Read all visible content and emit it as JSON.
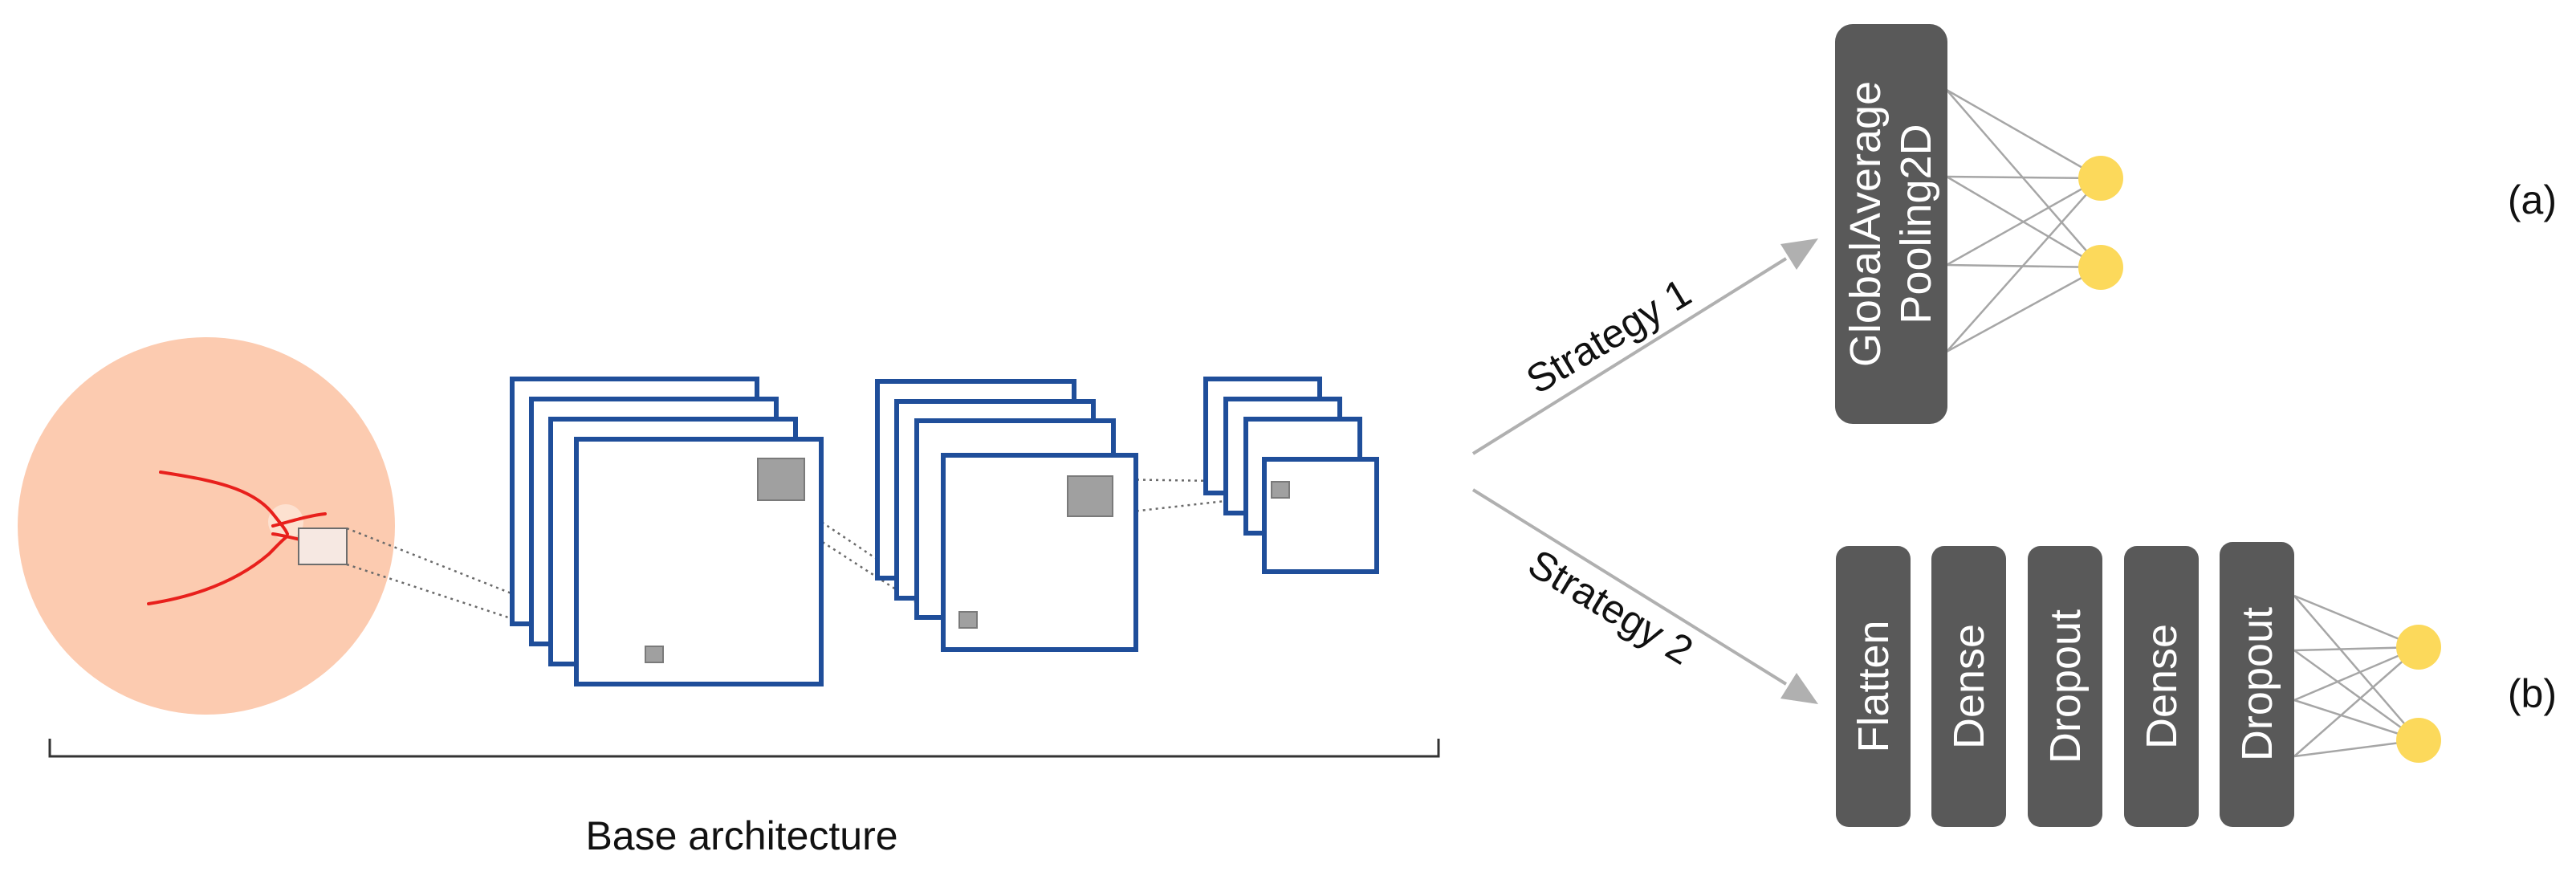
{
  "labels": {
    "base": "Base architecture",
    "strategy1": "Strategy 1",
    "strategy2": "Strategy 2",
    "panel_a": "(a)",
    "panel_b": "(b)"
  },
  "strategy1": {
    "block": {
      "line1": "GlobalAverage",
      "line2": "Pooling2D"
    },
    "output_nodes": 2
  },
  "strategy2": {
    "blocks": [
      "Flatten",
      "Dense",
      "Dropout",
      "Dense",
      "Dropout"
    ],
    "output_nodes": 2
  },
  "colors": {
    "fundus": "#fccbb0",
    "vessel": "#e8201c",
    "feature_map_border": "#1f4e9a",
    "patch": "#a0a0a0",
    "block": "#595959",
    "node": "#fcd95b",
    "connector": "#a6a6a6",
    "arrow": "#b0b0b0"
  }
}
